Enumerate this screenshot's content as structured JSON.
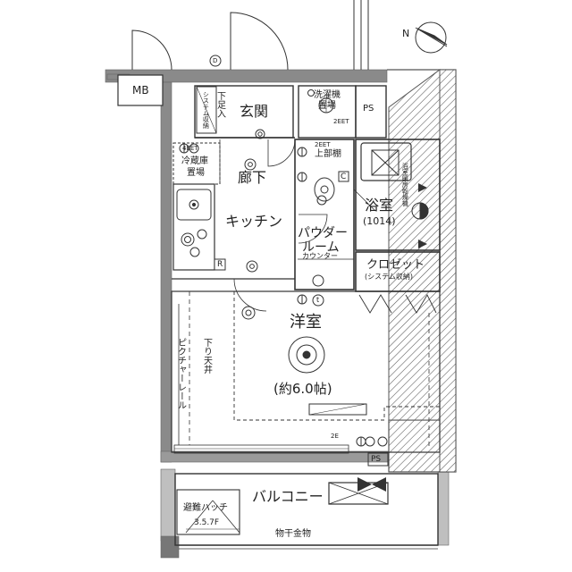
{
  "labels": {
    "mb": "MB",
    "ps_top": "PS",
    "ps_bottom": "PS",
    "entrance": "玄関",
    "shoe_storage": "下足入",
    "system_storage": "システム収納",
    "washer_line1": "洗濯機",
    "washer_line2": "置場",
    "outlet_2eet_top": "2EET",
    "outlet_4eet": "4EET",
    "fridge_line1": "冷蔵庫",
    "fridge_line2": "置場",
    "corridor": "廊下",
    "kitchen": "キッチン",
    "upper_shelf_tag": "2EET",
    "upper_shelf": "上部棚",
    "powder_line1": "パウダー",
    "powder_line2": "ルーム",
    "counter": "カウンター",
    "bathroom": "浴室",
    "bath_size": "(1014)",
    "dryer_note": "浴室暖房乾燥機",
    "closet": "クロゼット",
    "closet_sub": "(システム収納)",
    "western_room": "洋室",
    "room_size": "(約6.0帖)",
    "lowered_ceiling": "下り天井",
    "picture_rail": "ピクチャーレール",
    "outlet_2e": "2E",
    "balcony": "バルコニー",
    "hatch": "避難ハッチ",
    "hatch_floors": "3.5.7F",
    "laundry_rod": "物干金物",
    "compass": "N",
    "mark_d": "D",
    "mark_r": "R",
    "mark_c": "C",
    "mark_t": "t"
  },
  "icons": [
    "compass-icon",
    "door-swing-icon",
    "ceiling-light-icon",
    "stove-burner-icon",
    "sink-icon",
    "outlet-icon",
    "bathtub-icon",
    "ventilation-fan-icon",
    "air-conditioner-icon",
    "hatch-icon"
  ]
}
